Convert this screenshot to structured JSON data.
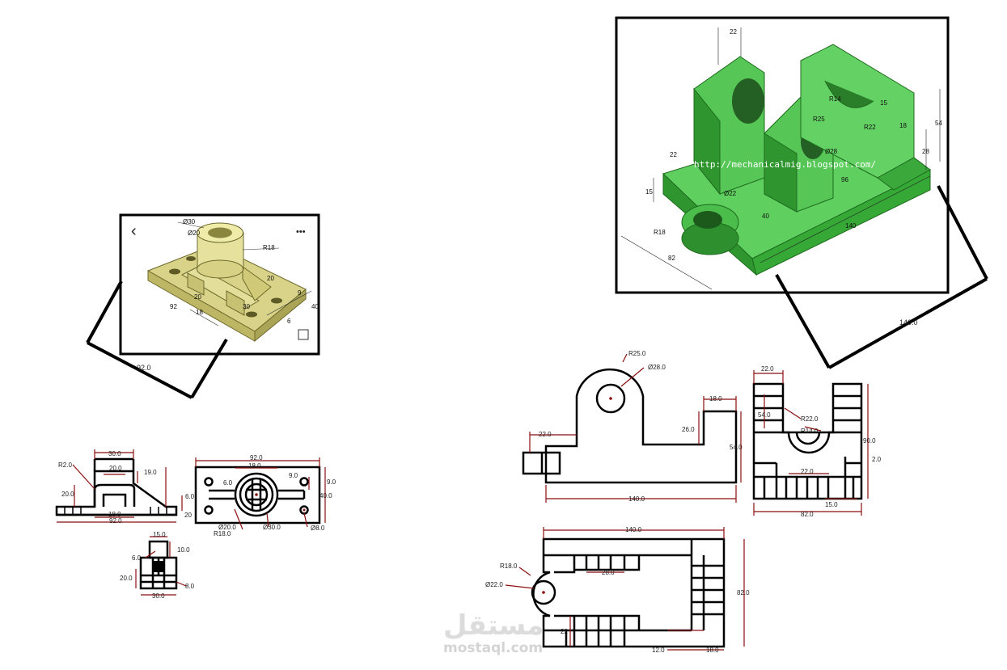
{
  "photo_left": {
    "menu_glyph": "•••",
    "back_glyph": "‹",
    "dims": [
      "Ø30",
      "Ø20",
      "R18",
      "92",
      "18",
      "40",
      "20",
      "20",
      "6",
      "9",
      "30"
    ]
  },
  "photo_right": {
    "watermark_url": "http://mechanicalmig.blogspot.com/",
    "dims": [
      "22",
      "R14",
      "R25",
      "Ø28",
      "18",
      "R22",
      "15",
      "54",
      "28",
      "22",
      "15",
      "Ø22",
      "96",
      "R18",
      "82",
      "140",
      "40"
    ]
  },
  "dimensions": {
    "left_92": "92.0",
    "right_140": "140.0",
    "front_left": {
      "d30": "30.0",
      "d20": "20.0",
      "d19": "19.0",
      "r2": "R2.0",
      "d20b": "20.0",
      "d18": "18.0",
      "d92": "92.0",
      "d6": "6.0",
      "d20c": "20"
    },
    "top_left": {
      "d92": "92.0",
      "d18": "18.0",
      "d6": "6.0",
      "d9": "9.0",
      "d9b": "9.0",
      "d40": "40.0",
      "dia20": "Ø20.0",
      "r18": "R18.0",
      "dia30": "Ø30.0",
      "dia8": "Ø8.0"
    },
    "side_left": {
      "d15": "15.0",
      "d10": "10.0",
      "d6": "6.0",
      "d20": "20.0",
      "d8": "8.0",
      "d30": "30.0"
    },
    "front_right": {
      "r25": "R25.0",
      "dia28": "Ø28.0",
      "d18": "18.0",
      "d26": "26.0",
      "d22": "22.0",
      "d54": "54.0",
      "d140": "140.0"
    },
    "side_right": {
      "d22": "22.0",
      "d54": "54.0",
      "r22": "R22.0",
      "r14": "R14.0",
      "d90": "90.0",
      "d22b": "22.0",
      "d15": "15.0",
      "d82": "82.0",
      "d2": "2.0"
    },
    "top_right": {
      "d140": "140.0",
      "r18": "R18.0",
      "dia22": "Ø22.0",
      "d28": "28.0",
      "d82": "82.0",
      "d22": "22",
      "d12": "12.0",
      "d18": "18.0"
    }
  },
  "watermark": {
    "arabic": "مستقل",
    "latin": "mostaql.com"
  }
}
